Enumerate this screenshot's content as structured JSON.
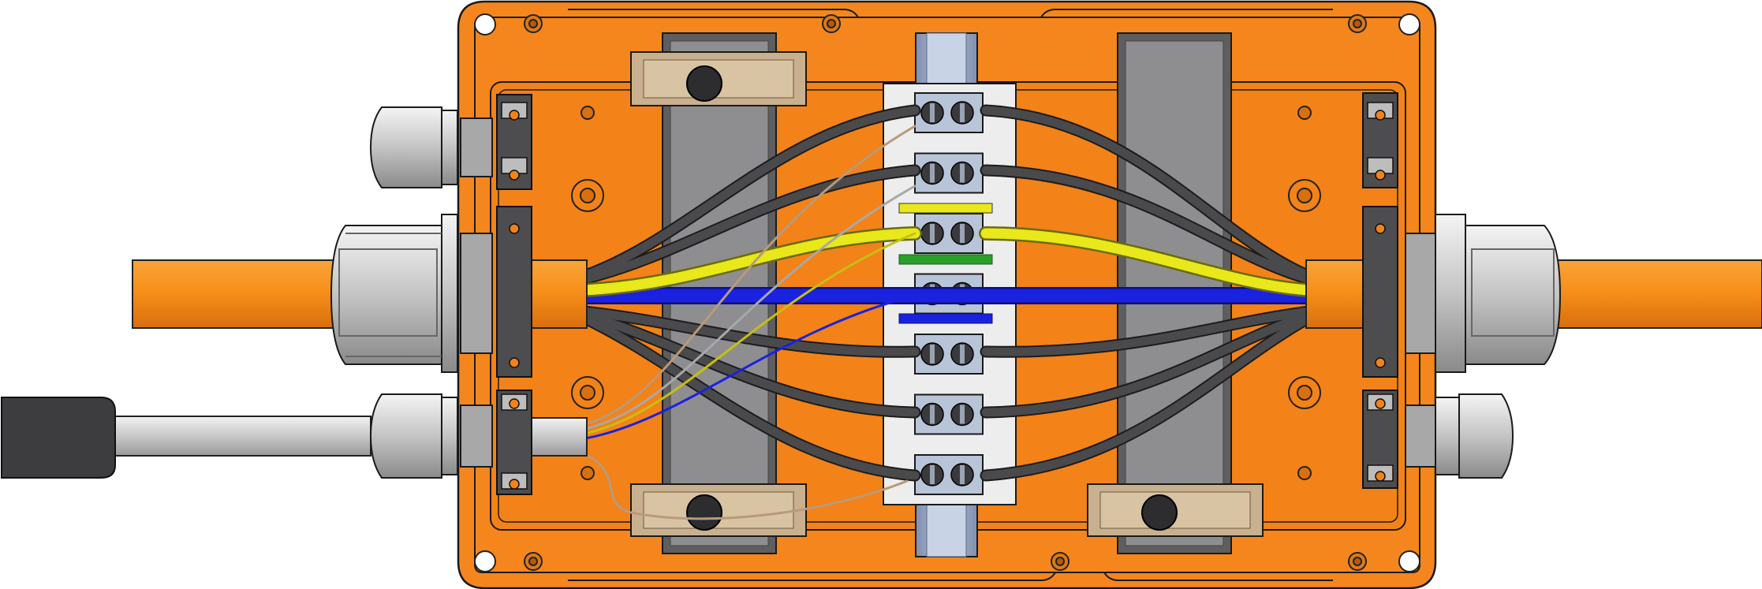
{
  "scene": {
    "subject": "junction-box-cutaway",
    "colors": {
      "enclosure": "#f5861e",
      "enclosure_rim": "#e0731a",
      "cable_sheath": "#f39215",
      "wire_gray": "#4a4a4c",
      "wire_yellow": "#e8e81a",
      "wire_blue": "#1a22e0",
      "wire_green": "#2aa02a",
      "gland_metal": "#c9c9c9",
      "din_rail": "#9aa8c4",
      "terminal_block": "#e6e6e6",
      "terminal_screw": "#b8c4d8",
      "strain_relief": "#4d4d4f",
      "clamp_pad": "#c9b08e",
      "mounting_hole": "#d97a1a",
      "small_cable": "#d0d0d0",
      "small_cable_cap": "#3d3d3f"
    },
    "terminal_count": 7,
    "terminal_wire_colors": [
      "gray",
      "gray",
      "yellow",
      "blue",
      "gray",
      "gray",
      "gray"
    ],
    "separator_colors": [
      "yellow",
      "green",
      "blue"
    ],
    "icons": [
      "cable-gland-icon",
      "terminal-block-icon",
      "din-rail-icon",
      "strain-relief-clamp-icon",
      "mounting-hole-icon"
    ]
  }
}
